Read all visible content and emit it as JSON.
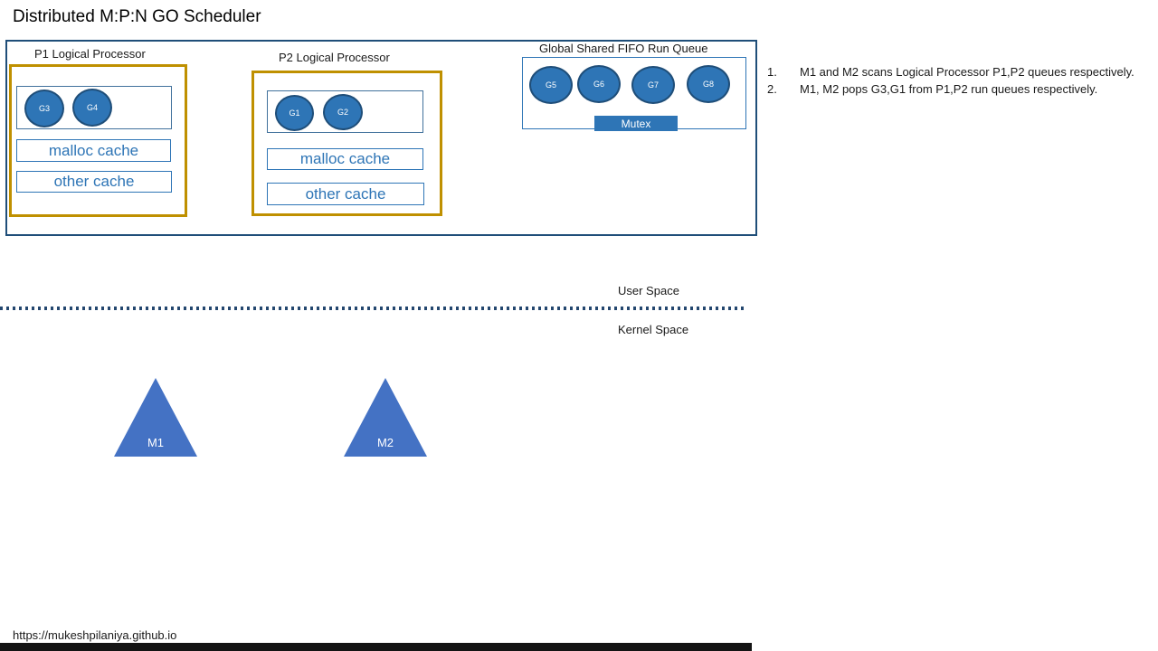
{
  "title": "Distributed M:P:N GO Scheduler",
  "processors": [
    {
      "label": "P1 Logical Processor",
      "goroutines": [
        "G3",
        "G4"
      ],
      "malloc_cache": "malloc cache",
      "other_cache": "other cache"
    },
    {
      "label": "P2 Logical Processor",
      "goroutines": [
        "G1",
        "G2"
      ],
      "malloc_cache": "malloc cache",
      "other_cache": "other cache"
    }
  ],
  "global_queue": {
    "label": "Global Shared FIFO Run Queue",
    "goroutines": [
      "G5",
      "G6",
      "G7",
      "G8"
    ],
    "mutex": "Mutex"
  },
  "notes": [
    {
      "num": "1.",
      "text": "M1 and M2 scans Logical Processor P1,P2 queues respectively."
    },
    {
      "num": "2.",
      "text": "M1, M2 pops G3,G1  from P1,P2 run queues respectively."
    }
  ],
  "spaces": {
    "user": "User Space",
    "kernel": "Kernel Space"
  },
  "machines": [
    {
      "label": "M1"
    },
    {
      "label": "M2"
    }
  ],
  "footer_url": "https://mukeshpilaniya.github.io",
  "colors": {
    "goroutine_fill": "#2E75B6",
    "goroutine_border": "#1F4E79",
    "processor_border": "#BF9000",
    "outer_border": "#1F4E79",
    "cache_text": "#2E75B6",
    "triangle_fill": "#4472C4",
    "mutex_fill": "#2E75B6",
    "divider_dots": "#24476F"
  }
}
